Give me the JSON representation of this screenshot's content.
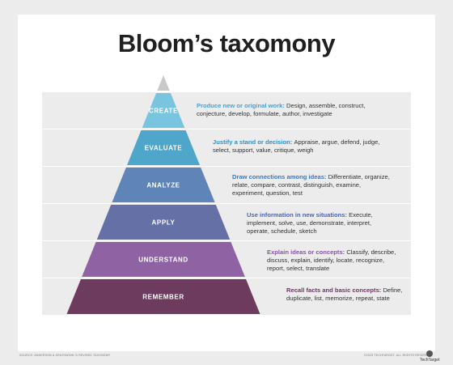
{
  "title": "Bloom’s taxomony",
  "levels": [
    {
      "name": "CREATE",
      "lead": "Produce new or original work:",
      "lines": [
        "Design, assemble, construct,",
        "conjecture, develop, formulate, author, investigate"
      ],
      "color": "#79c4de"
    },
    {
      "name": "EVALUATE",
      "lead": "Justify a stand or decision:",
      "lines": [
        "Appraise, argue, defend, judge,",
        "select, support, value, critique, weigh"
      ],
      "color": "#4ea7cb"
    },
    {
      "name": "ANALYZE",
      "lead": "Draw connections among ideas:",
      "lines": [
        "Differentiate, organize,",
        "relate, compare, contrast, distinguish, examine,",
        "experiment, question, test"
      ],
      "color": "#5f85b8"
    },
    {
      "name": "APPLY",
      "lead": "Use information in new situations:",
      "lines": [
        "Execute,",
        "implement, solve, use, demonstrate, interpret,",
        "operate, schedule, sketch"
      ],
      "color": "#6470a6"
    },
    {
      "name": "UNDERSTAND",
      "lead": "Explain ideas or concepts:",
      "lines": [
        "Classify, describe,",
        "discuss, explain, identify, locate, recognize,",
        "report, select, translate"
      ],
      "color": "#8f63a3"
    },
    {
      "name": "REMEMBER",
      "lead": "Recall facts and basic concepts:",
      "lines": [
        "Define,",
        "duplicate, list, memorize, repeat, state"
      ],
      "color": "#6c3b5e"
    }
  ],
  "lead_colors": [
    "#4aa0d1",
    "#2f8fc4",
    "#3c78bd",
    "#4c63b0",
    "#8b55a6",
    "#6a3a66"
  ],
  "footer": {
    "left": "SOURCE: ANDERSON & KRATHWOHL'S REVISED TAXONOMY",
    "right": "©2023 TECHTARGET. ALL RIGHTS RESERVED",
    "logo": "TechTarget"
  }
}
